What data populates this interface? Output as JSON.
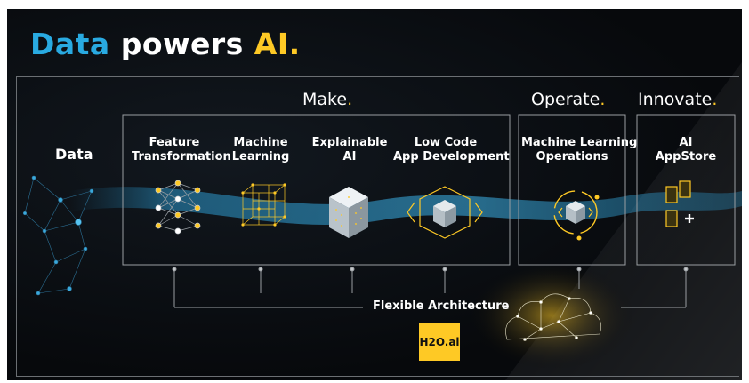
{
  "title": {
    "part1": "Data",
    "part2": "powers",
    "part3": "AI."
  },
  "sections": {
    "make": "Make",
    "operate": "Operate",
    "innovate": "Innovate",
    "dot": "."
  },
  "data_label": "Data",
  "make_columns": [
    {
      "line1": "Feature",
      "line2": "Transformation",
      "icon": "neural-network-icon"
    },
    {
      "line1": "Machine",
      "line2": "Learning",
      "icon": "wireframe-cube-icon"
    },
    {
      "line1": "Explainable",
      "line2": "AI",
      "icon": "glass-cube-icon"
    },
    {
      "line1": "Low Code",
      "line2": "App Development",
      "icon": "hexagon-cube-icon"
    }
  ],
  "operate_column": {
    "line1": "Machine Learning",
    "line2": "Operations",
    "icon": "orbit-cube-icon"
  },
  "innovate_column": {
    "line1": "AI",
    "line2": "AppStore",
    "icon": "app-blocks-icon"
  },
  "flexible_architecture": "Flexible Architecture",
  "logo_text": "H2O.ai",
  "colors": {
    "blue": "#29aae1",
    "yellow": "#fec925",
    "background": "#0a0d11"
  }
}
